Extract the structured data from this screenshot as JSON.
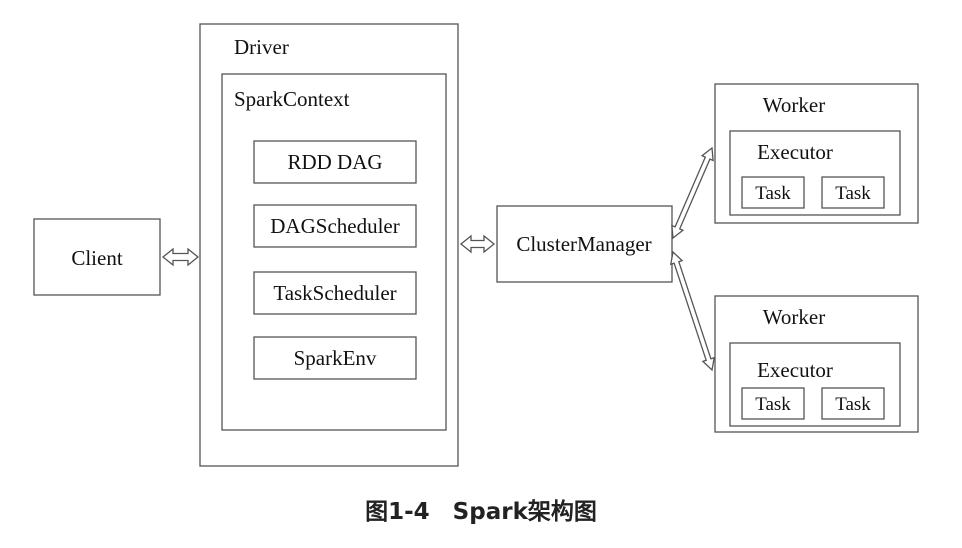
{
  "client": {
    "label": "Client"
  },
  "driver": {
    "label": "Driver",
    "spark_context": {
      "label": "SparkContext",
      "components": [
        "RDD DAG",
        "DAGScheduler",
        "TaskScheduler",
        "SparkEnv"
      ]
    }
  },
  "cluster_manager": {
    "label": "ClusterManager"
  },
  "workers": [
    {
      "label": "Worker",
      "executor": {
        "label": "Executor",
        "tasks": [
          "Task",
          "Task"
        ]
      }
    },
    {
      "label": "Worker",
      "executor": {
        "label": "Executor",
        "tasks": [
          "Task",
          "Task"
        ]
      }
    }
  ],
  "caption": "图1-4　Spark架构图"
}
